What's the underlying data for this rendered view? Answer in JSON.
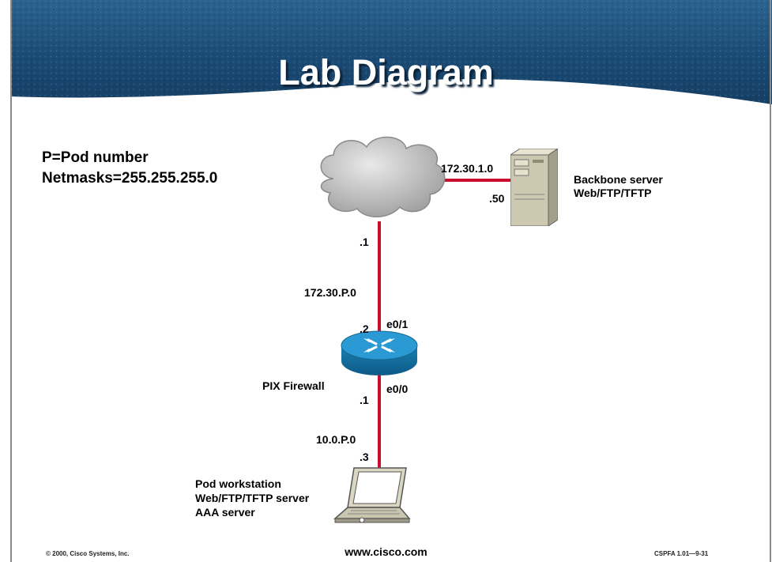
{
  "header": {
    "title": "Lab Diagram"
  },
  "legend": {
    "line1": "P=Pod number",
    "line2": "Netmasks=255.255.255.0"
  },
  "labels": {
    "backbone_net": "172.30.1.0",
    "backbone_host": ".50",
    "backbone_server_line1": "Backbone server",
    "backbone_server_line2": "Web/FTP/TFTP",
    "cloud_host": ".1",
    "outside_net": "172.30.P.0",
    "pix_outside_host": ".2",
    "pix_outside_if": "e0/1",
    "pix_name": "PIX Firewall",
    "pix_inside_host": ".1",
    "pix_inside_if": "e0/0",
    "inside_net": "10.0.P.0",
    "workstation_host": ".3",
    "workstation_line1": "Pod workstation",
    "workstation_line2": "Web/FTP/TFTP server",
    "workstation_line3": "AAA server"
  },
  "footer": {
    "copyright": "© 2000, Cisco Systems, Inc.",
    "url": "www.cisco.com",
    "code": "CSPFA 1.01—9-31"
  },
  "colors": {
    "link": "#c8102e",
    "router": "#1f8fc4",
    "banner": "#1d4f7a"
  },
  "icons": {
    "cloud": "cloud-icon",
    "server": "server-tower-icon",
    "router": "router-icon",
    "laptop": "laptop-icon"
  }
}
